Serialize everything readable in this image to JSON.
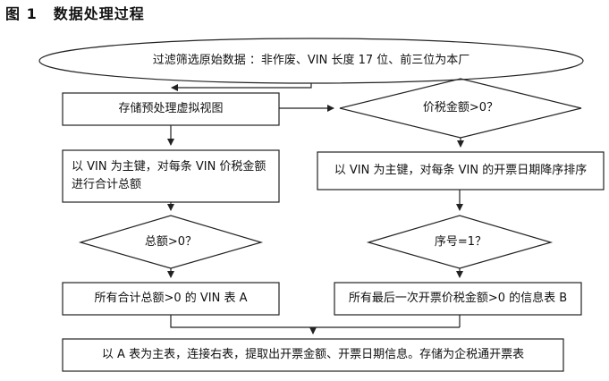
{
  "figure": {
    "number": "图 1",
    "title": "数据处理过程"
  },
  "nodes": {
    "filter": "过滤筛选原始数据 ：非作废、VIN 长度 17 位、前三位为本厂",
    "store_view": "存储预处理虚拟视图",
    "tax_check": "价税金额>0？",
    "sum_per_vin": [
      "以 VIN 为主键，对每条 VIN 价税金额",
      "进行合计总额"
    ],
    "sort_by_date": "以 VIN 为主键，对每条 VIN 的开票日期降序排序",
    "total_check": "总额>0？",
    "seq_check": "序号=1？",
    "table_a": "所有合计总额>0 的 VIN 表 A",
    "table_b": "所有最后一次开票价税金额>0 的信息表 B",
    "join": "以 A 表为主表，连接右表，提取出开票金额、开票日期信息。存储为企税通开票表"
  },
  "colors": {
    "stroke": "#222222",
    "text": "#111111",
    "background": "#ffffff"
  }
}
